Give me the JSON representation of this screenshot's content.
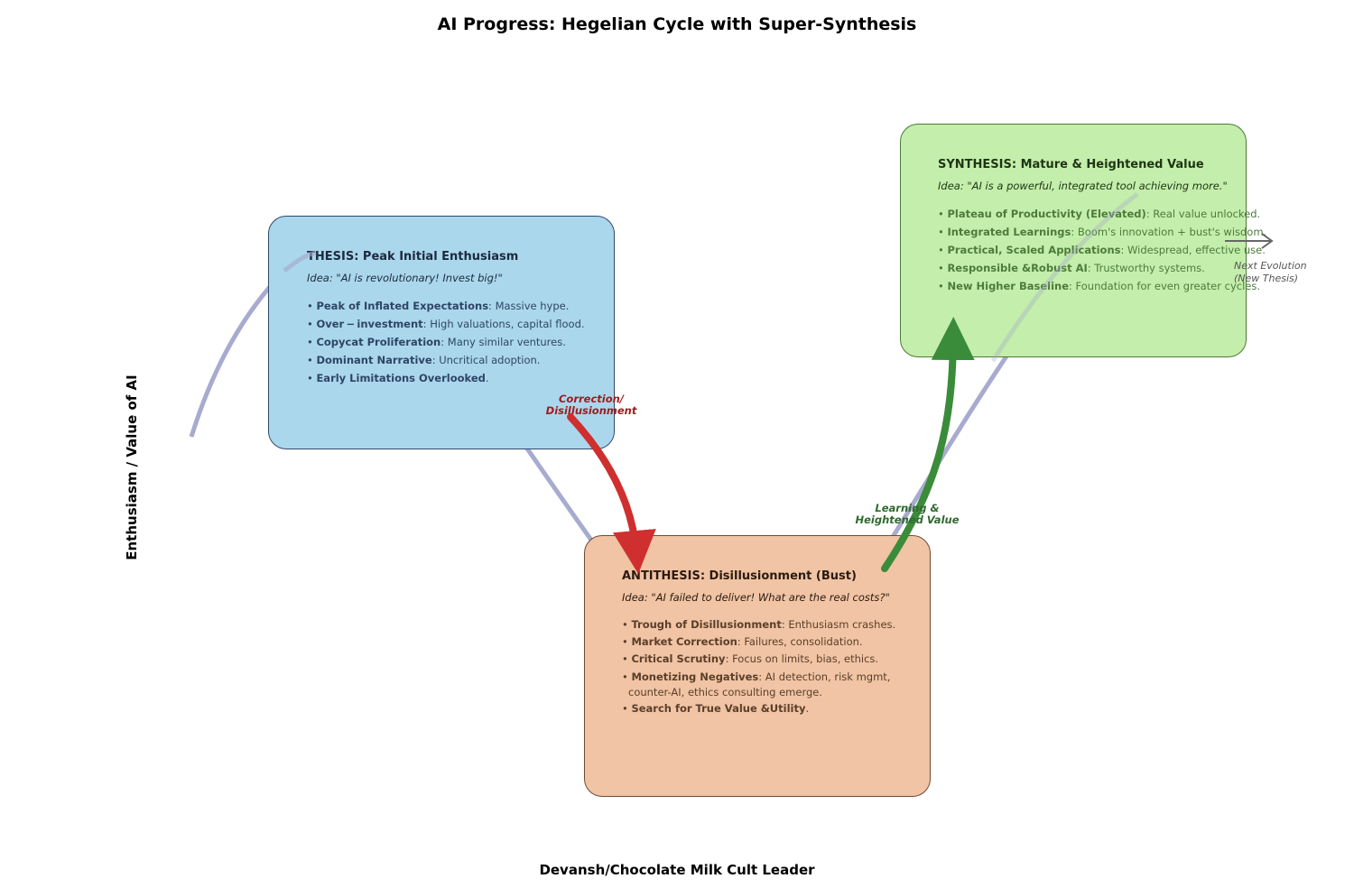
{
  "title": "AI Progress: Hegelian Cycle with Super-Synthesis",
  "xlabel": "Devansh/Chocolate Milk Cult Leader",
  "ylabel": "Enthusiasm / Value of AI",
  "colors": {
    "curve": "#a3a6cc",
    "correction_arrow": "#cf2f2f",
    "learning_arrow": "#3a8c3a",
    "next_arrow": "#666666"
  },
  "thesis": {
    "heading": "THESIS: Peak Initial Enthusiasm",
    "idea": "Idea: \"AI is revolutionary! Invest big!\"",
    "bullets": [
      {
        "bold": "Peak of Inflated Expectations",
        "rest": ": Massive hype."
      },
      {
        "bold": "Over − investment",
        "rest": ": High valuations, capital flood."
      },
      {
        "bold": "Copycat Proliferation",
        "rest": ": Many similar ventures."
      },
      {
        "bold": "Dominant Narrative",
        "rest": ": Uncritical adoption."
      },
      {
        "bold": "Early Limitations Overlooked",
        "rest": "."
      }
    ]
  },
  "antithesis": {
    "heading": "ANTITHESIS: Disillusionment (Bust)",
    "idea": "Idea: \"AI failed to deliver! What are the real costs?\"",
    "bullets": [
      {
        "bold": "Trough of Disillusionment",
        "rest": ": Enthusiasm crashes."
      },
      {
        "bold": "Market Correction",
        "rest": ": Failures, consolidation."
      },
      {
        "bold": "Critical Scrutiny",
        "rest": ": Focus on limits, bias, ethics."
      },
      {
        "bold": "Monetizing Negatives",
        "rest": ": AI detection, risk mgmt,",
        "cont": "counter-AI, ethics consulting emerge."
      },
      {
        "bold": "Search for True Value &Utility",
        "rest": "."
      }
    ]
  },
  "synthesis": {
    "heading": "SYNTHESIS: Mature & Heightened Value",
    "idea": "Idea: \"AI is a powerful, integrated tool achieving more.\"",
    "bullets": [
      {
        "bold": "Plateau of Productivity (Elevated)",
        "rest": ": Real value unlocked."
      },
      {
        "bold": "Integrated Learnings",
        "rest": ": Boom's innovation + bust's wisdom."
      },
      {
        "bold": "Practical,  Scaled Applications",
        "rest": ": Widespread, effective use."
      },
      {
        "bold": "Responsible &Robust AI",
        "rest": ": Trustworthy systems."
      },
      {
        "bold": "New Higher Baseline",
        "rest": ": Foundation for even greater cycles."
      }
    ]
  },
  "arrows": {
    "correction_line1": "Correction/",
    "correction_line2": "Disillusionment",
    "learning_line1": "Learning &",
    "learning_line2": "Heightened Value",
    "next_line1": "Next Evolution",
    "next_line2": "(New Thesis)"
  }
}
